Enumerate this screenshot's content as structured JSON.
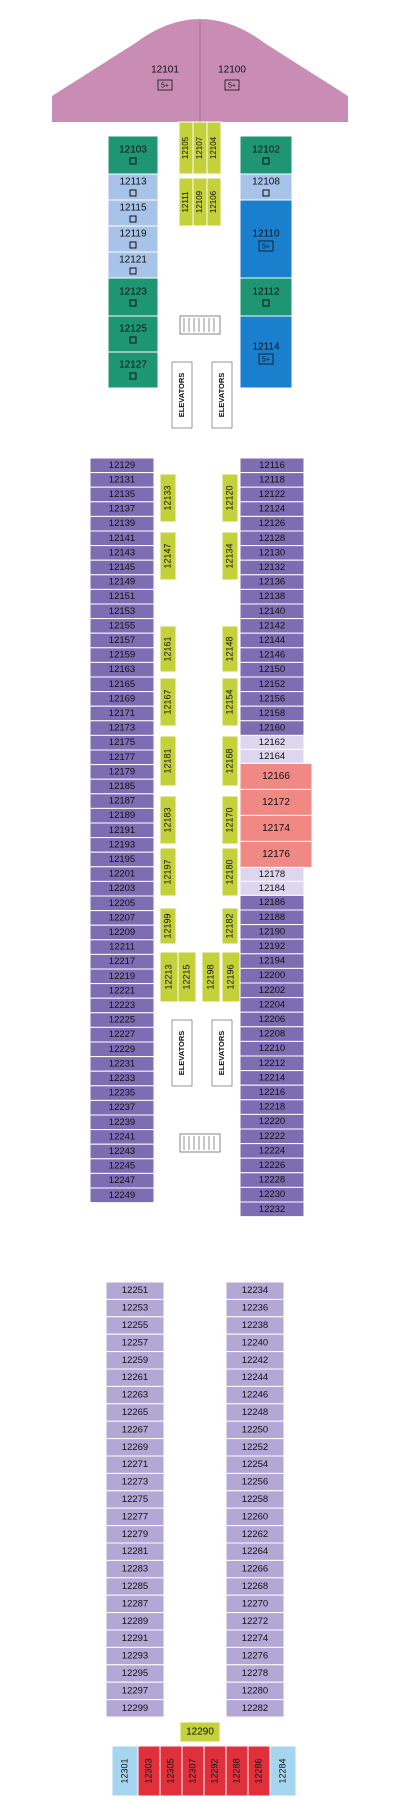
{
  "colors": {
    "bow_suite": "#c98db5",
    "green": "#1e9673",
    "light_blue": "#a7c3ea",
    "blue": "#1a7fcc",
    "purple": "#7f6db3",
    "lavender": "#b3a7d6",
    "light_lavender": "#dcd6ee",
    "olive": "#c4d13a",
    "salmon": "#f08884",
    "cyan": "#a6d6ef",
    "red": "#e0303c",
    "corridor": "#ffffff"
  },
  "elevator_label": "ELEVATORS",
  "bow": [
    {
      "num": "12101",
      "badge": "5+"
    },
    {
      "num": "12100",
      "badge": "5+"
    }
  ],
  "fwd_port": [
    {
      "num": "12103",
      "c": "green",
      "h": 38
    },
    {
      "num": "12113",
      "c": "light_blue",
      "h": 26
    },
    {
      "num": "12115",
      "c": "light_blue",
      "h": 26
    },
    {
      "num": "12119",
      "c": "light_blue",
      "h": 26
    },
    {
      "num": "12121",
      "c": "light_blue",
      "h": 26
    },
    {
      "num": "12123",
      "c": "green",
      "h": 38
    },
    {
      "num": "12125",
      "c": "green",
      "h": 36
    },
    {
      "num": "12127",
      "c": "green",
      "h": 36
    }
  ],
  "fwd_stbd": [
    {
      "num": "12102",
      "c": "green",
      "h": 38
    },
    {
      "num": "12108",
      "c": "light_blue",
      "h": 26
    },
    {
      "num": "12110",
      "c": "blue",
      "h": 78,
      "badge": "5+"
    },
    {
      "num": "12112",
      "c": "green",
      "h": 38
    },
    {
      "num": "12114",
      "c": "blue",
      "h": 72,
      "badge": "5+"
    }
  ],
  "fwd_inner_top": [
    "12105",
    "12107",
    "12104"
  ],
  "fwd_inner_mid": [
    "12111",
    "12109",
    "12106"
  ],
  "port_main": [
    "12129",
    "12131",
    "12135",
    "12137",
    "12139",
    "12141",
    "12143",
    "12145",
    "12149",
    "12151",
    "12153",
    "12155",
    "12157",
    "12159",
    "12163",
    "12165",
    "12169",
    "12171",
    "12173",
    "12175",
    "12177",
    "12179",
    "12185",
    "12187",
    "12189",
    "12191",
    "12193",
    "12195",
    "12201",
    "12203",
    "12205",
    "12207",
    "12209",
    "12211",
    "12217",
    "12219",
    "12221",
    "12223",
    "12225",
    "12227",
    "12229",
    "12231",
    "12233",
    "12235",
    "12237",
    "12239",
    "12241",
    "12243",
    "12245",
    "12247",
    "12249"
  ],
  "stbd_main": [
    "12116",
    "12118",
    "12122",
    "12124",
    "12126",
    "12128",
    "12130",
    "12132",
    "12136",
    "12138",
    "12140",
    "12142",
    "12144",
    "12146",
    "12150",
    "12152",
    "12156",
    "12158",
    "12160"
  ],
  "stbd_grey": [
    "12162",
    "12164"
  ],
  "stbd_salmon": [
    "12166",
    "12172",
    "12174",
    "12176"
  ],
  "stbd_grey2": [
    "12178",
    "12184"
  ],
  "stbd_main2": [
    "12186",
    "12188",
    "12190",
    "12192",
    "12194",
    "12200",
    "12202",
    "12204",
    "12206",
    "12208",
    "12210",
    "12212",
    "12214",
    "12216",
    "12218",
    "12220",
    "12222",
    "12224",
    "12226",
    "12228",
    "12230",
    "12232"
  ],
  "inner_port": [
    "12133",
    "12147",
    "12161",
    "12167",
    "12181",
    "12183",
    "12197",
    "12199"
  ],
  "inner_stbd": [
    "12120",
    "12134",
    "12148",
    "12154",
    "12168",
    "12170",
    "12180",
    "12182"
  ],
  "inner_bottom": [
    "12213",
    "12215",
    "12198",
    "12196"
  ],
  "aft_port": [
    "12251",
    "12253",
    "12255",
    "12257",
    "12259",
    "12261",
    "12263",
    "12265",
    "12267",
    "12269",
    "12271",
    "12273",
    "12275",
    "12277",
    "12279",
    "12281",
    "12283",
    "12285",
    "12287",
    "12289",
    "12291",
    "12293",
    "12295",
    "12297",
    "12299"
  ],
  "aft_stbd": [
    "12234",
    "12236",
    "12238",
    "12240",
    "12242",
    "12244",
    "12246",
    "12248",
    "12250",
    "12252",
    "12254",
    "12256",
    "12258",
    "12260",
    "12262",
    "12264",
    "12266",
    "12268",
    "12270",
    "12272",
    "12274",
    "12276",
    "12278",
    "12280",
    "12282"
  ],
  "aft_center": "12290",
  "stern": [
    {
      "num": "12301",
      "c": "cyan"
    },
    {
      "num": "12303",
      "c": "red"
    },
    {
      "num": "12305",
      "c": "red"
    },
    {
      "num": "12307",
      "c": "red"
    },
    {
      "num": "12292",
      "c": "red"
    },
    {
      "num": "12288",
      "c": "red"
    },
    {
      "num": "12286",
      "c": "red"
    },
    {
      "num": "12284",
      "c": "cyan"
    }
  ]
}
